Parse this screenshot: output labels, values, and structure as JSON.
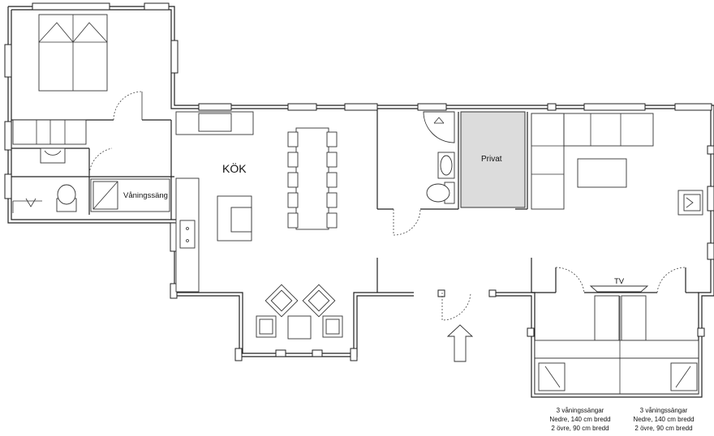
{
  "rooms": {
    "kitchen": "KÖK",
    "bunk_bed": "Våningssäng",
    "private": "Privat",
    "tv": "TV"
  },
  "notes": {
    "left": {
      "line1": "3 våningssängar",
      "line2": "Nedre, 140 cm bredd",
      "line3": "2 övre, 90 cm bredd"
    },
    "right": {
      "line1": "3 våningssängar",
      "line2": "Nedre, 140 cm bredd",
      "line3": "2 övre, 90 cm bredd"
    }
  }
}
